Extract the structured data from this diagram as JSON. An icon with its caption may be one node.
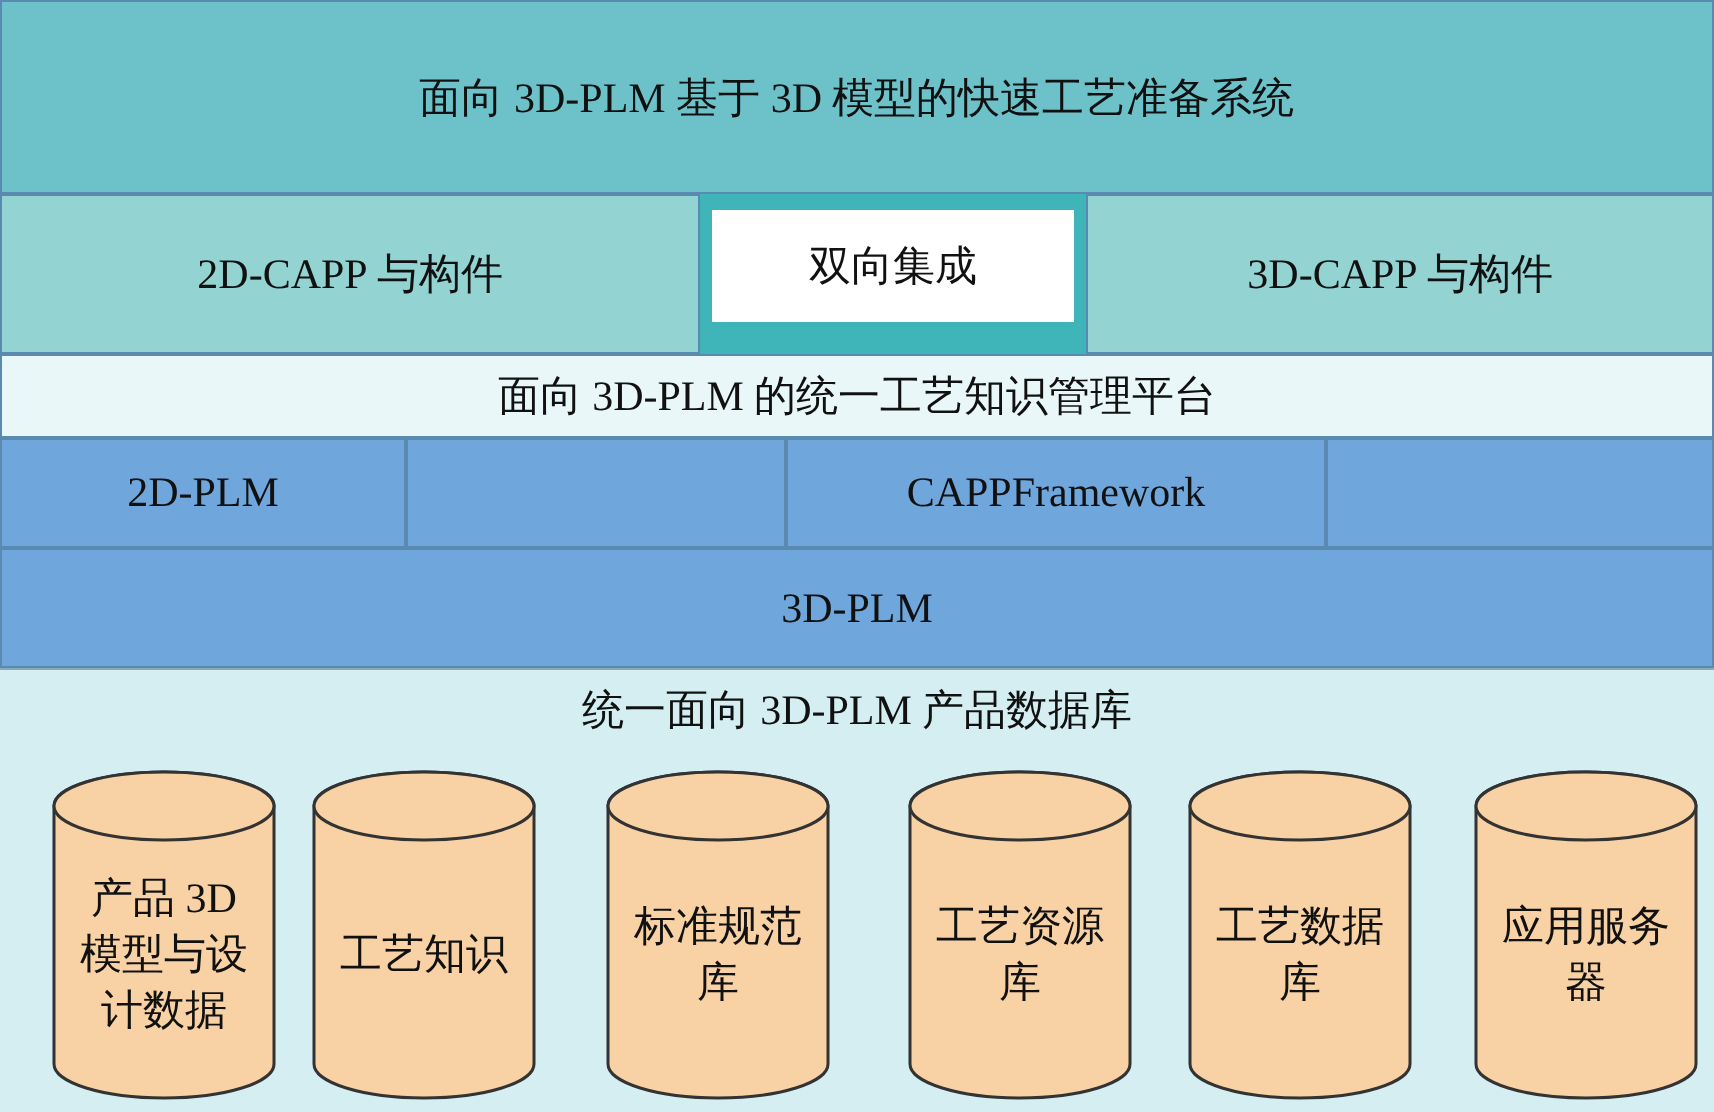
{
  "diagram": {
    "nodes": [
      {
        "text": [
          "面向 3D-PLM 基于 3D 模型的快速工艺准备系统"
        ]
      },
      {
        "text": [
          "2D-CAPP 与构件"
        ]
      },
      {
        "text": [
          "双向集成"
        ]
      },
      {
        "text": [
          "3D-CAPP 与构件"
        ]
      },
      {
        "text": [
          "面向 3D-PLM 的统一工艺知识管理平台"
        ]
      },
      {
        "text": [
          "2D-PLM"
        ]
      },
      {
        "text": [],
        "shape": "box"
      },
      {
        "text": [
          "CAPPFramework"
        ]
      },
      {
        "text": [],
        "shape": "box"
      },
      {
        "text": [
          "3D-PLM"
        ]
      },
      {
        "text": [
          "统一面向 3D-PLM 产品数据库"
        ]
      },
      {
        "text": [
          "产品 3D 模型与设计数据"
        ],
        "in": 10
      },
      {
        "text": [
          "工艺知识"
        ],
        "in": 10
      },
      {
        "text": [
          "标准规范库"
        ],
        "in": 10
      },
      {
        "text": [
          "工艺资源库"
        ],
        "in": 10
      },
      {
        "text": [
          "工艺数据库"
        ],
        "in": 10
      },
      {
        "text": [
          "应用服务器"
        ],
        "in": 10
      }
    ]
  }
}
